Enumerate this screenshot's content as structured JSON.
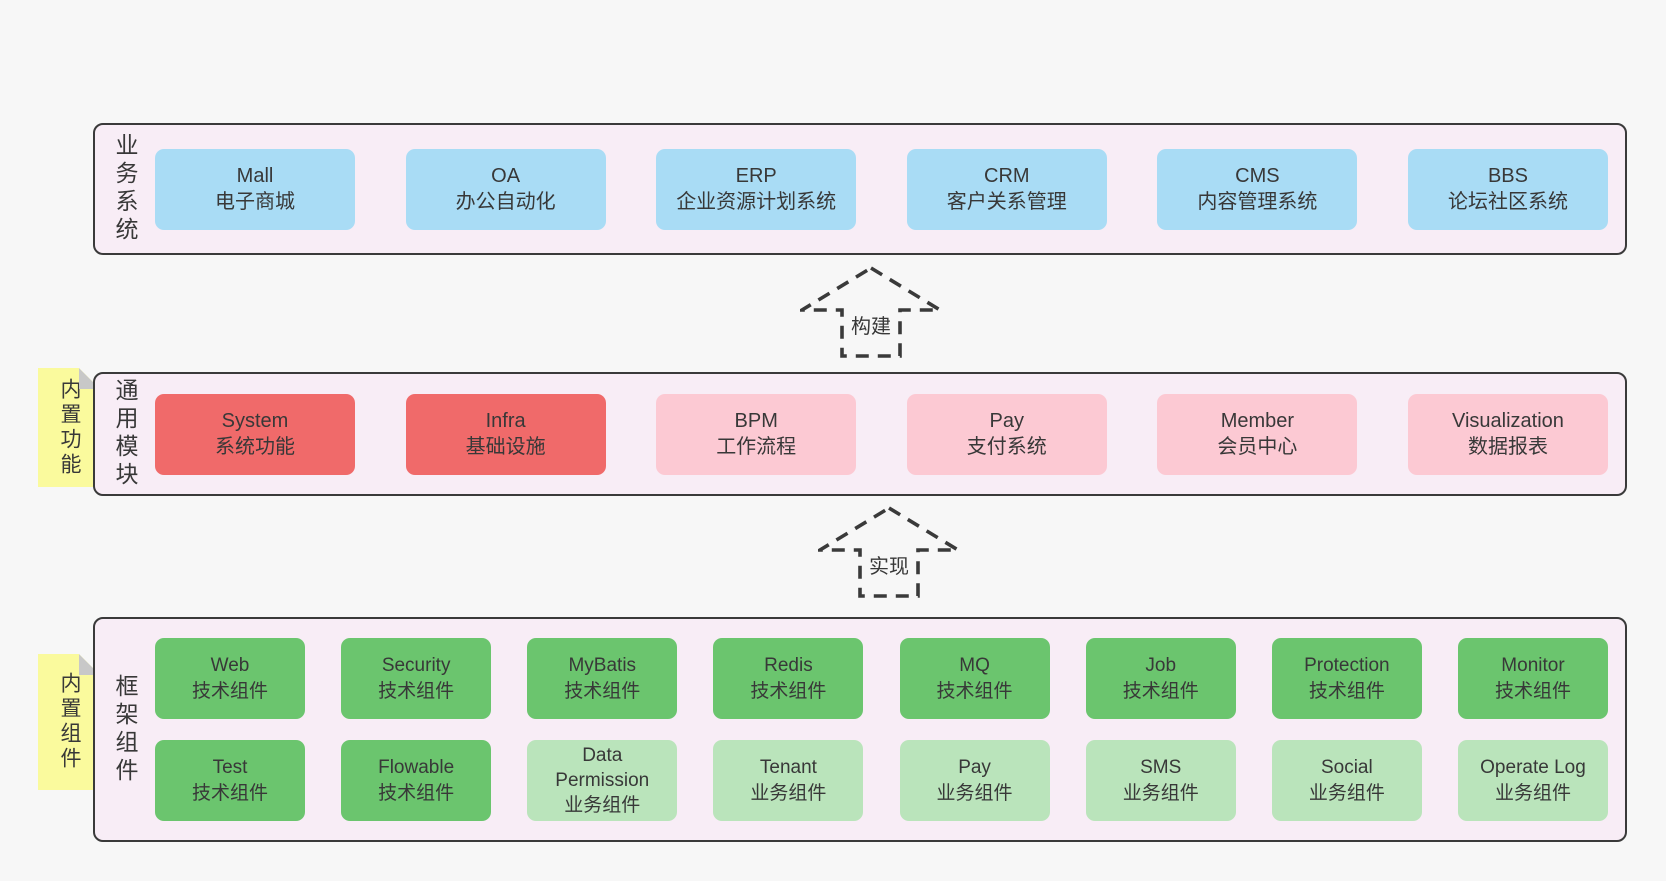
{
  "colors": {
    "page_background": "#f7f7f7",
    "panel_background": "#f8edf6",
    "panel_border": "#3a3a3a",
    "blue_box": "#a9dcf5",
    "red_box": "#f06a6a",
    "pink_box": "#fcc9d3",
    "green_dark_box": "#6bc56e",
    "green_light_box": "#bae4bb",
    "sticky_note": "#fafa9d",
    "note_fold": "#c8c8c8",
    "text": "#383838"
  },
  "sections": {
    "business": {
      "label": "业务系统",
      "boxes": [
        {
          "en": "Mall",
          "zh": "电子商城"
        },
        {
          "en": "OA",
          "zh": "办公自动化"
        },
        {
          "en": "ERP",
          "zh": "企业资源计划系统"
        },
        {
          "en": "CRM",
          "zh": "客户关系管理"
        },
        {
          "en": "CMS",
          "zh": "内容管理系统"
        },
        {
          "en": "BBS",
          "zh": "论坛社区系统"
        }
      ]
    },
    "modules": {
      "label": "通用模块",
      "note": "内置功能",
      "boxes": [
        {
          "en": "System",
          "zh": "系统功能",
          "variant": "red"
        },
        {
          "en": "Infra",
          "zh": "基础设施",
          "variant": "red"
        },
        {
          "en": "BPM",
          "zh": "工作流程",
          "variant": "pink"
        },
        {
          "en": "Pay",
          "zh": "支付系统",
          "variant": "pink"
        },
        {
          "en": "Member",
          "zh": "会员中心",
          "variant": "pink"
        },
        {
          "en": "Visualization",
          "zh": "数据报表",
          "variant": "pink"
        }
      ]
    },
    "components": {
      "label": "框架组件",
      "note": "内置组件",
      "row1": [
        {
          "en": "Web",
          "zh": "技术组件",
          "variant": "green-dark"
        },
        {
          "en": "Security",
          "zh": "技术组件",
          "variant": "green-dark"
        },
        {
          "en": "MyBatis",
          "zh": "技术组件",
          "variant": "green-dark"
        },
        {
          "en": "Redis",
          "zh": "技术组件",
          "variant": "green-dark"
        },
        {
          "en": "MQ",
          "zh": "技术组件",
          "variant": "green-dark"
        },
        {
          "en": "Job",
          "zh": "技术组件",
          "variant": "green-dark"
        },
        {
          "en": "Protection",
          "zh": "技术组件",
          "variant": "green-dark"
        },
        {
          "en": "Monitor",
          "zh": "技术组件",
          "variant": "green-dark"
        }
      ],
      "row2": [
        {
          "en": "Test",
          "zh": "技术组件",
          "variant": "green-dark"
        },
        {
          "en": "Flowable",
          "zh": "技术组件",
          "variant": "green-dark"
        },
        {
          "en": "Data Permission",
          "zh": "业务组件",
          "variant": "green-light"
        },
        {
          "en": "Tenant",
          "zh": "业务组件",
          "variant": "green-light"
        },
        {
          "en": "Pay",
          "zh": "业务组件",
          "variant": "green-light"
        },
        {
          "en": "SMS",
          "zh": "业务组件",
          "variant": "green-light"
        },
        {
          "en": "Social",
          "zh": "业务组件",
          "variant": "green-light"
        },
        {
          "en": "Operate Log",
          "zh": "业务组件",
          "variant": "green-light"
        }
      ]
    }
  },
  "arrows": {
    "build": "构建",
    "implement": "实现"
  }
}
